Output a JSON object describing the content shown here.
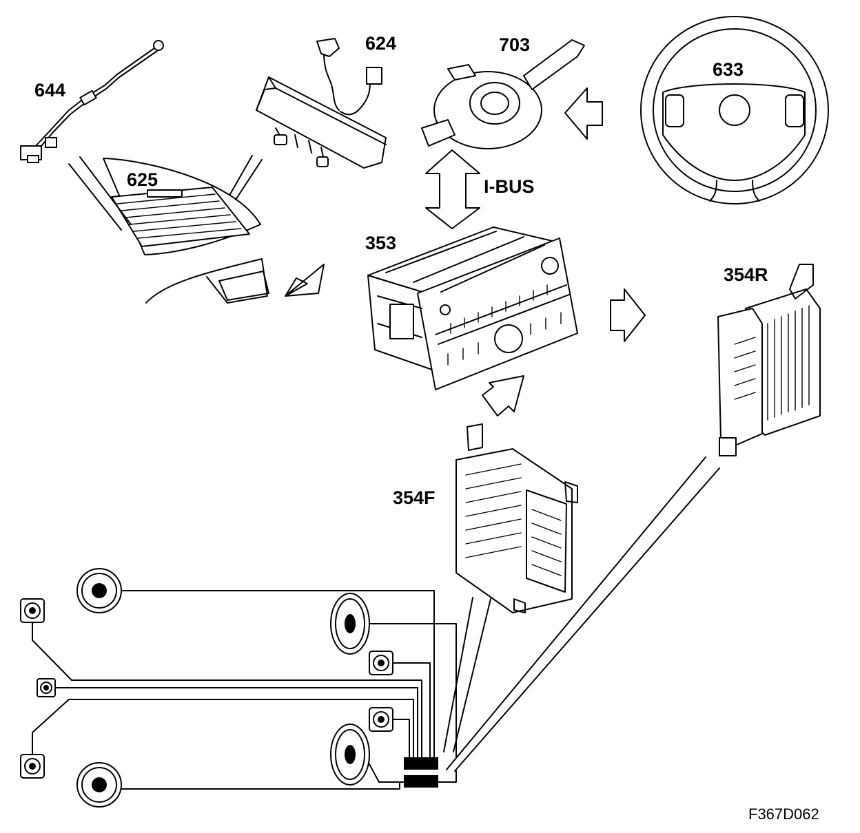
{
  "labels": {
    "antenna": "644",
    "module_624": "624",
    "rear_window": "625",
    "switch_703": "703",
    "steering_wheel": "633",
    "bus": "I-BUS",
    "head_unit": "353",
    "amp_rear": "354R",
    "amp_front": "354F"
  },
  "figure_code": "F367D062",
  "colors": {
    "line": "#000000",
    "background": "#ffffff"
  }
}
